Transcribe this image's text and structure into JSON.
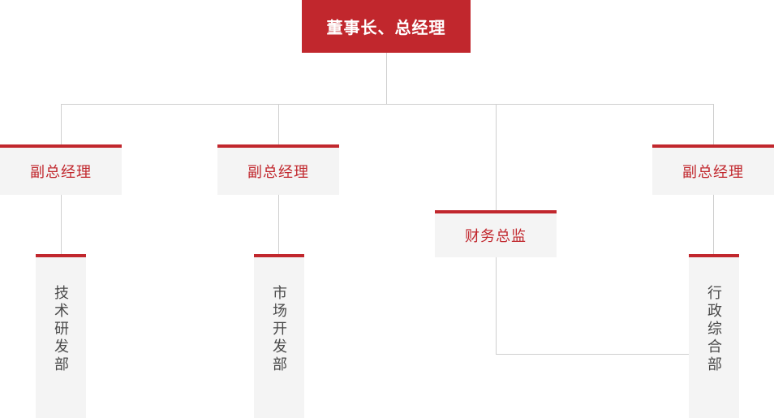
{
  "chart": {
    "title_text": "董事长、总经理",
    "colors": {
      "accent_red": "#c1272d",
      "box_background": "#f4f4f4",
      "connector_gray": "#cfcfcf",
      "dept_text": "#4a4a4a",
      "root_text": "#ffffff"
    }
  },
  "root": {
    "label": "董事长、总经理"
  },
  "level2": [
    {
      "label": "副总经理"
    },
    {
      "label": "副总经理"
    },
    {
      "label": "财务总监"
    },
    {
      "label": "副总经理"
    }
  ],
  "departments": [
    {
      "label": "技术研发部"
    },
    {
      "label": "市场开发部"
    },
    {
      "label": "行政综合部"
    }
  ]
}
